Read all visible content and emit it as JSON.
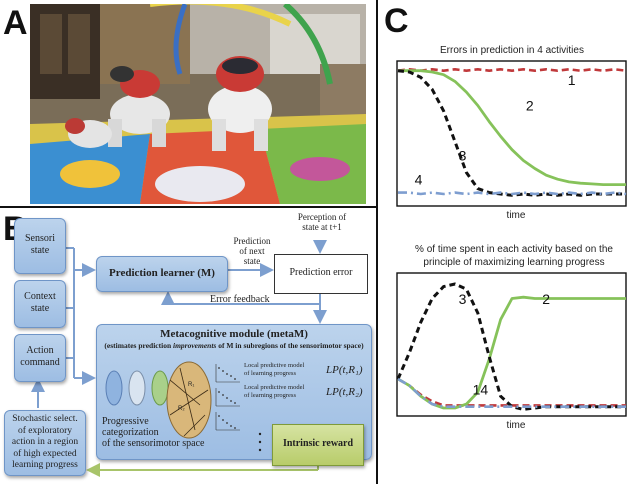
{
  "panels": {
    "a": "A",
    "b": "B",
    "c": "C"
  },
  "diagram": {
    "inputs": [
      {
        "line1": "Sensori",
        "line2": "state"
      },
      {
        "line1": "Context",
        "line2": "state"
      },
      {
        "line1": "Action",
        "line2": "command"
      }
    ],
    "prediction_learner": "Prediction learner (M)",
    "prediction_of_next_state": {
      "line1": "Prediction",
      "line2": "of next",
      "line3": "state"
    },
    "perception": {
      "line1": "Perception of",
      "line2": "state at t+1"
    },
    "prediction_error": "Prediction error",
    "error_feedback": "Error feedback",
    "metacog_title": "Metacognitive module (metaM)",
    "metacog_sub_before": "(estimates prediction ",
    "metacog_sub_em": "improvements",
    "metacog_sub_after": " of M in subregions of the sensorimotor space)",
    "local_model": {
      "line1": "Local predictive model",
      "line2": "of learning progress"
    },
    "lp1": "LP(t,R₁)",
    "lp2": "LP(t,R₂)",
    "r_labels": [
      "R₁",
      "R₂"
    ],
    "progressive": {
      "line1": "Progressive",
      "line2": "categorization",
      "line3": "of the sensorimotor space"
    },
    "intrinsic_reward": "Intrinsic reward",
    "stochastic": {
      "line1": "Stochastic select.",
      "line2": "of exploratory",
      "line3": "action in a region",
      "line4": "of high expected",
      "line5": "learning progress"
    }
  },
  "colors": {
    "curve1": "#c0393b",
    "curve2": "#86c25a",
    "curve3": "#111111",
    "curve4": "#7e9ed0",
    "box_blue": "#a9c6e8"
  },
  "chart_data": [
    {
      "type": "line",
      "title": "Errors in prediction in 4 activities",
      "xlabel": "time",
      "ylabel": "",
      "grid": false,
      "x": [
        0,
        0.05,
        0.1,
        0.15,
        0.2,
        0.25,
        0.3,
        0.35,
        0.4,
        0.45,
        0.5,
        0.55,
        0.6,
        0.65,
        0.7,
        0.75,
        0.8,
        0.85,
        0.9,
        0.95,
        1
      ],
      "series": [
        {
          "name": "1",
          "values": [
            0.98,
            0.99,
            0.98,
            0.99,
            0.98,
            0.99,
            0.98,
            0.99,
            0.98,
            0.99,
            0.98,
            0.99,
            0.98,
            0.99,
            0.98,
            0.99,
            0.98,
            0.99,
            0.98,
            0.99,
            0.98
          ]
        },
        {
          "name": "2",
          "values": [
            0.98,
            0.98,
            0.98,
            0.97,
            0.95,
            0.9,
            0.82,
            0.72,
            0.6,
            0.49,
            0.39,
            0.31,
            0.25,
            0.2,
            0.17,
            0.15,
            0.14,
            0.135,
            0.13,
            0.13,
            0.13
          ]
        },
        {
          "name": "3",
          "values": [
            0.98,
            0.97,
            0.93,
            0.84,
            0.68,
            0.45,
            0.22,
            0.1,
            0.07,
            0.06,
            0.05,
            0.06,
            0.05,
            0.06,
            0.05,
            0.06,
            0.05,
            0.06,
            0.06,
            0.06,
            0.06
          ]
        },
        {
          "name": "4",
          "values": [
            0.07,
            0.07,
            0.06,
            0.07,
            0.06,
            0.07,
            0.06,
            0.07,
            0.06,
            0.07,
            0.06,
            0.07,
            0.06,
            0.07,
            0.06,
            0.07,
            0.06,
            0.07,
            0.06,
            0.07,
            0.06
          ]
        }
      ]
    },
    {
      "type": "line",
      "title": "% of time spent in each activity based on the principle of maximizing learning progress",
      "xlabel": "time",
      "ylabel": "",
      "grid": false,
      "x": [
        0,
        0.05,
        0.1,
        0.15,
        0.2,
        0.25,
        0.3,
        0.35,
        0.4,
        0.45,
        0.5,
        0.55,
        0.6,
        0.65,
        0.7,
        0.75,
        0.8,
        0.85,
        0.9,
        0.95,
        1
      ],
      "series": [
        {
          "name": "1",
          "values": [
            0.25,
            0.2,
            0.13,
            0.08,
            0.05,
            0.05,
            0.05,
            0.05,
            0.05,
            0.05,
            0.05,
            0.05,
            0.05,
            0.05,
            0.05,
            0.05,
            0.05,
            0.05,
            0.05,
            0.05,
            0.05
          ]
        },
        {
          "name": "2",
          "values": [
            0.25,
            0.2,
            0.12,
            0.06,
            0.03,
            0.03,
            0.06,
            0.15,
            0.4,
            0.7,
            0.86,
            0.87,
            0.86,
            0.86,
            0.86,
            0.86,
            0.86,
            0.86,
            0.86,
            0.86,
            0.86
          ]
        },
        {
          "name": "3",
          "values": [
            0.25,
            0.45,
            0.68,
            0.86,
            0.95,
            0.97,
            0.93,
            0.75,
            0.42,
            0.12,
            0.04,
            0.02,
            0.03,
            0.04,
            0.04,
            0.04,
            0.04,
            0.04,
            0.04,
            0.04,
            0.04
          ]
        },
        {
          "name": "4",
          "values": [
            0.25,
            0.2,
            0.12,
            0.06,
            0.04,
            0.04,
            0.04,
            0.04,
            0.04,
            0.04,
            0.04,
            0.04,
            0.04,
            0.04,
            0.04,
            0.04,
            0.04,
            0.04,
            0.04,
            0.04,
            0.04
          ]
        }
      ],
      "annotations": [
        "14"
      ]
    }
  ]
}
